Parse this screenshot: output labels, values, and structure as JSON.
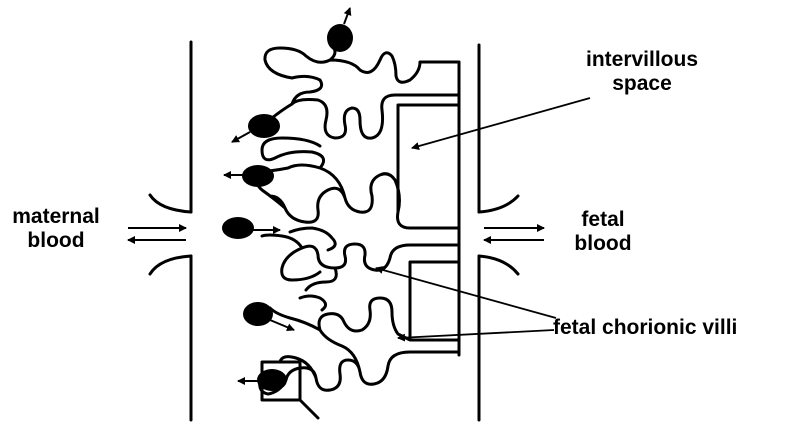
{
  "labels": {
    "maternal_line1": "maternal",
    "maternal_line2": "blood",
    "fetal_line1": "fetal",
    "fetal_line2": "blood",
    "intervillous_line1": "intervillous",
    "intervillous_line2": "space",
    "chorionic_villi": "fetal chorionic villi"
  },
  "colors": {
    "ink": "#000000",
    "background": "#ffffff"
  }
}
